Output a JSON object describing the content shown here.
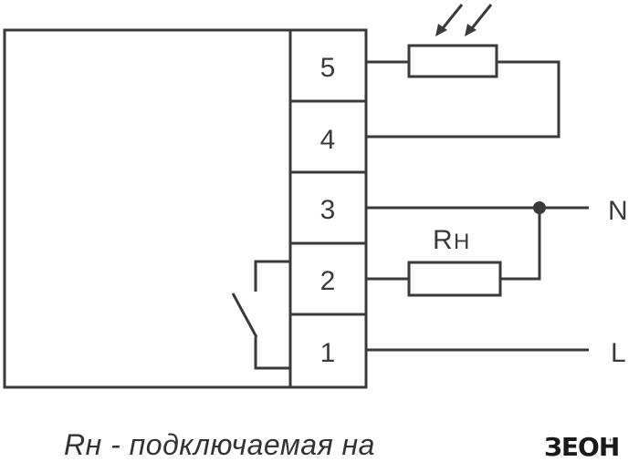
{
  "terminals": [
    "5",
    "4",
    "3",
    "2",
    "1"
  ],
  "load_symbol": {
    "main": "R",
    "sub": "H"
  },
  "lines": {
    "neutral": "N",
    "line": "L"
  },
  "caption": "Rн - подключаемая на",
  "watermark": {
    "word": "ЗЕОН",
    "suffix": "+"
  },
  "colors": {
    "stroke": "#3a3a3a",
    "background": "#ffffff"
  }
}
